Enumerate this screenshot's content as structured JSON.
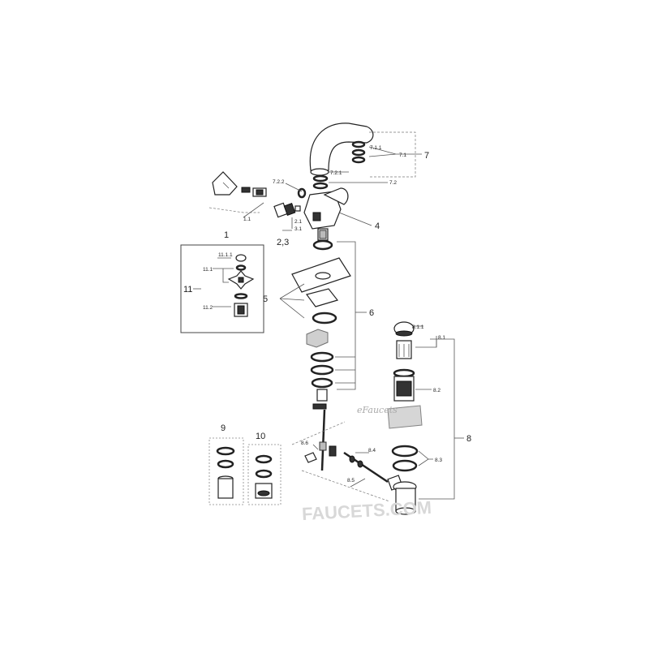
{
  "labels": {
    "l1": "1",
    "l1_1": "1.1",
    "l2_3": "2,3",
    "l2_1": "2.1",
    "l3_1": "3.1",
    "l4": "4",
    "l5": "5",
    "l6": "6",
    "l7": "7",
    "l7_1": "7.1",
    "l7_1_1": "7.1.1",
    "l7_2": "7.2",
    "l7_2_1": "7.2.1",
    "l7_2_2": "7.2.2",
    "l8": "8",
    "l8_1": "8.1",
    "l8_1_1": "8.1.1",
    "l8_2": "8.2",
    "l8_3": "8.3",
    "l8_4": "8.4",
    "l8_5": "8.5",
    "l8_6": "8.6",
    "l9": "9",
    "l10": "10",
    "l11": "11",
    "l11_1": "11.1",
    "l11_1_1": "11.1.1",
    "l11_2": "11.2"
  },
  "watermark": {
    "logo": "eFaucets",
    "brand": "FAUCETS.COM"
  }
}
